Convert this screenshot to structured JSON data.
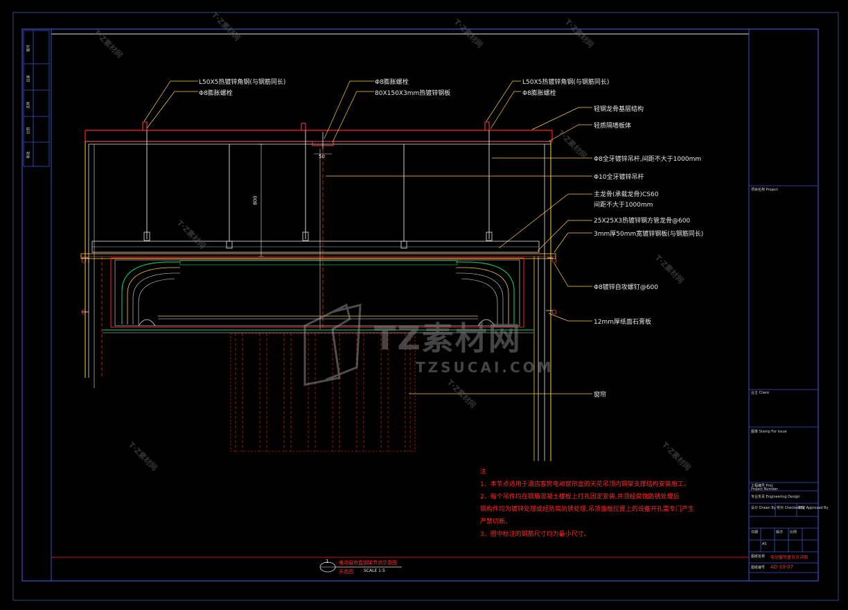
{
  "callouts": [
    {
      "id": "angle-left",
      "text": "L50X5热镀锌角钢(与钢筋同长)"
    },
    {
      "id": "bolt-left",
      "text": "Φ8膨胀螺栓"
    },
    {
      "id": "bolt-center",
      "text": "Φ8膨胀螺栓"
    },
    {
      "id": "plate-center",
      "text": "80X150X3mm热镀锌钢板"
    },
    {
      "id": "angle-right",
      "text": "L50X5热镀锌角钢(与钢筋同长)"
    },
    {
      "id": "bolt-right",
      "text": "Φ8膨胀螺栓"
    },
    {
      "id": "steel-frame",
      "text": "轻钢龙骨基层结构"
    },
    {
      "id": "board",
      "text": "轻质隔墙板体"
    },
    {
      "id": "rod-1",
      "text": "Φ8全牙镀锌吊杆,间距不大于1000mm"
    },
    {
      "id": "rod-2",
      "text": "Φ10全牙镀锌吊杆"
    },
    {
      "id": "keel-1",
      "text": "主龙骨(承载龙骨)CS60"
    },
    {
      "id": "keel-2",
      "text": "间距不大于1000mm"
    },
    {
      "id": "square-tube",
      "text": "25X25X3热镀锌钢方管龙骨@600"
    },
    {
      "id": "flat-steel",
      "text": "3mm厚50mm宽镀锌钢板(与钢筋同长)"
    },
    {
      "id": "screw",
      "text": "Φ8镀锌自攻螺钉@600"
    },
    {
      "id": "gypsum",
      "text": "12mm厚纸面石膏板"
    },
    {
      "id": "curtain",
      "text": "窗帘"
    }
  ],
  "dims": {
    "width": "50",
    "height": "800"
  },
  "notes": {
    "heading": "注",
    "lines": [
      "1、本节点适用于酒店客房电动窗帘盒的天花吊顶内钢架支撑结构安装施工。",
      "2、每个吊件均在钢筋混凝土楼板上打孔固定安装,并须经腐蚀防锈处理后",
      "钢构件均为镀锌处理或经防腐防锈处理,吊顶面板位置上的设备开孔需专门产生",
      "严禁切断。",
      "3、图中标注的钢筋尺寸均为最小尺寸。"
    ]
  },
  "drawing_title": {
    "number": "1",
    "name": "电动窗帘盒钢架节点示意图",
    "sub": "天花图",
    "scale": "SCALE 1:5"
  },
  "sidebar_left": [
    "图号",
    "目录",
    "名称",
    "比例",
    "修改"
  ],
  "title_block": {
    "project": "项目名称 Project",
    "client": "业主 Client",
    "seal": "图章 Stamp For Issue",
    "project_no": "工程编号 Proj.",
    "project_no_en": "Project Number",
    "design": "专业负责 Engineering Design",
    "drawn": "设计 Drawn By",
    "checked": "校对 Checked By",
    "approved": "审定 Approved By",
    "date": "日期",
    "rev": "版次",
    "scale": "比例",
    "scale_val": "AS",
    "drawing_name": "图纸名称",
    "drawing_name_val": "电动窗帘盒节点详图",
    "drawing_no": "图纸编号",
    "drawing_no_val": "AD-10-07"
  },
  "watermark": {
    "main": "TZ素材网",
    "url": "TZSUCAI.COM",
    "small": "T·Z素材网"
  }
}
